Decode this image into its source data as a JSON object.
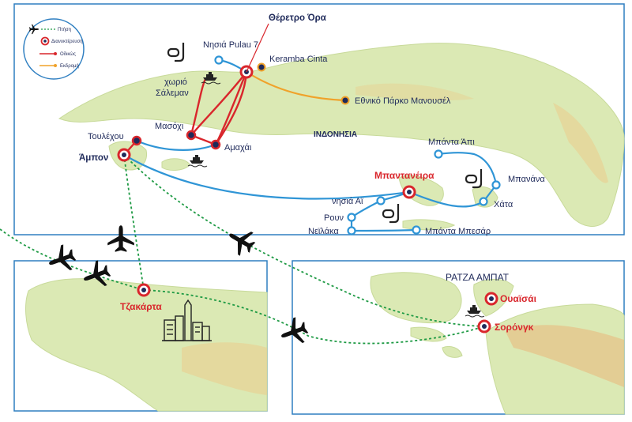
{
  "legend": {
    "items": [
      {
        "label": "Πτήση"
      },
      {
        "label": "Διανυκτέρευση"
      },
      {
        "label": "Οδικώς"
      },
      {
        "label": "Εκδρομή"
      }
    ]
  },
  "colors": {
    "flight": "#1e9a44",
    "overnight": "#d9262c",
    "road": "#d9262c",
    "excursion": "#f0a22a",
    "boat": "#2f95d6",
    "land": "#dbe9b4",
    "frame": "#2f7fc1"
  },
  "labels": {
    "thereftro_ora": "Θέρετρο Όρα",
    "pulau7": "Νησιά Pulau 7",
    "keramba": "Keramba Cinta",
    "salemen_village": "χωριό",
    "salemen": "Σάλεμαν",
    "manusela": "Εθνικό Πάρκο Μανουσέλ",
    "masohi": "Μασόχι",
    "amahai": "Αμαχάι",
    "indonesia": "ΙΝΔΟΝΗΣΙΑ",
    "tulehu": "Τουλέχου",
    "ambon": "Άμπον",
    "banda_api": "Μπάντα Άπι",
    "bandaneira": "Μπαντανέιρα",
    "banana": "Μπανάνα",
    "hatta": "Χάτα",
    "ai": "νησιά Αϊ",
    "run": "Ρουν",
    "neilaka": "Νεϊλάκα",
    "banda_besar": "Μπάντα Μπεσάρ",
    "jakarta": "Τζακάρτα",
    "raja_ampat": "ΡΑΤΖΑ ΑΜΠΑΤ",
    "waisai": "Ουαϊσάι",
    "sorong": "Σορόνγκ"
  },
  "icons": [
    "airplane-icon",
    "boat-icon",
    "snorkel-icon",
    "city-skyline-icon"
  ]
}
